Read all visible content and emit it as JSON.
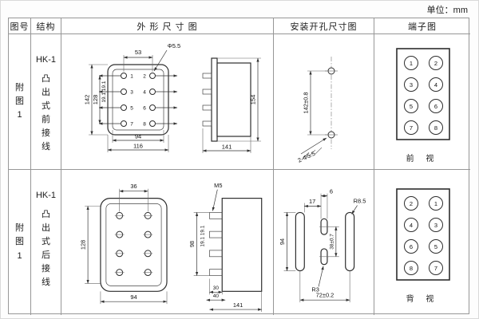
{
  "unit_label": "单位：mm",
  "ink": "#333333",
  "headers": {
    "fig_no": "图号",
    "structure": "结构",
    "outline": "外 形 尺 寸 图",
    "mounting": "安装开孔尺寸图",
    "terminal": "端子图"
  },
  "rows": [
    {
      "fig_no": "附图1",
      "model": "HK-1",
      "structure_desc": "凸出式前接线",
      "outline": {
        "terminals": [
          "1",
          "2",
          "3",
          "4",
          "5",
          "6",
          "7",
          "8"
        ],
        "dims": {
          "top_width": "53",
          "hole_dia": "Φ5.5",
          "height_total": "142",
          "height_inner": "128",
          "pitch": "19.1 19.1",
          "bottom_inner": "94",
          "bottom_total": "116",
          "side_height": "154",
          "side_width": "141"
        }
      },
      "mounting": {
        "dims": {
          "hole_spacing": "142±0.8",
          "holes": "2-Φ5.5"
        }
      },
      "terminal_view": {
        "cells": [
          "1",
          "2",
          "3",
          "4",
          "5",
          "6",
          "7",
          "8"
        ],
        "caption": "前 视"
      }
    },
    {
      "fig_no": "附图1",
      "model": "HK-1",
      "structure_desc": "凸出式后接线",
      "outline": {
        "dims": {
          "top_width": "36",
          "height_inner": "128",
          "bottom_width": "94",
          "screw": "M5",
          "side_height": "98",
          "pitch": "19.1 19.1",
          "fin_width": "30",
          "base_width": "40",
          "side_width": "141"
        }
      },
      "mounting": {
        "dims": {
          "slot_offset": "17",
          "slot_width": "6",
          "corner_r": "R8.5",
          "slot_height": "94",
          "center_spacing": "38±0.7",
          "center_r": "R3",
          "span": "72±0.2"
        }
      },
      "terminal_view": {
        "cells": [
          "2",
          "1",
          "4",
          "3",
          "6",
          "5",
          "8",
          "7"
        ],
        "caption": "背 视"
      }
    }
  ]
}
